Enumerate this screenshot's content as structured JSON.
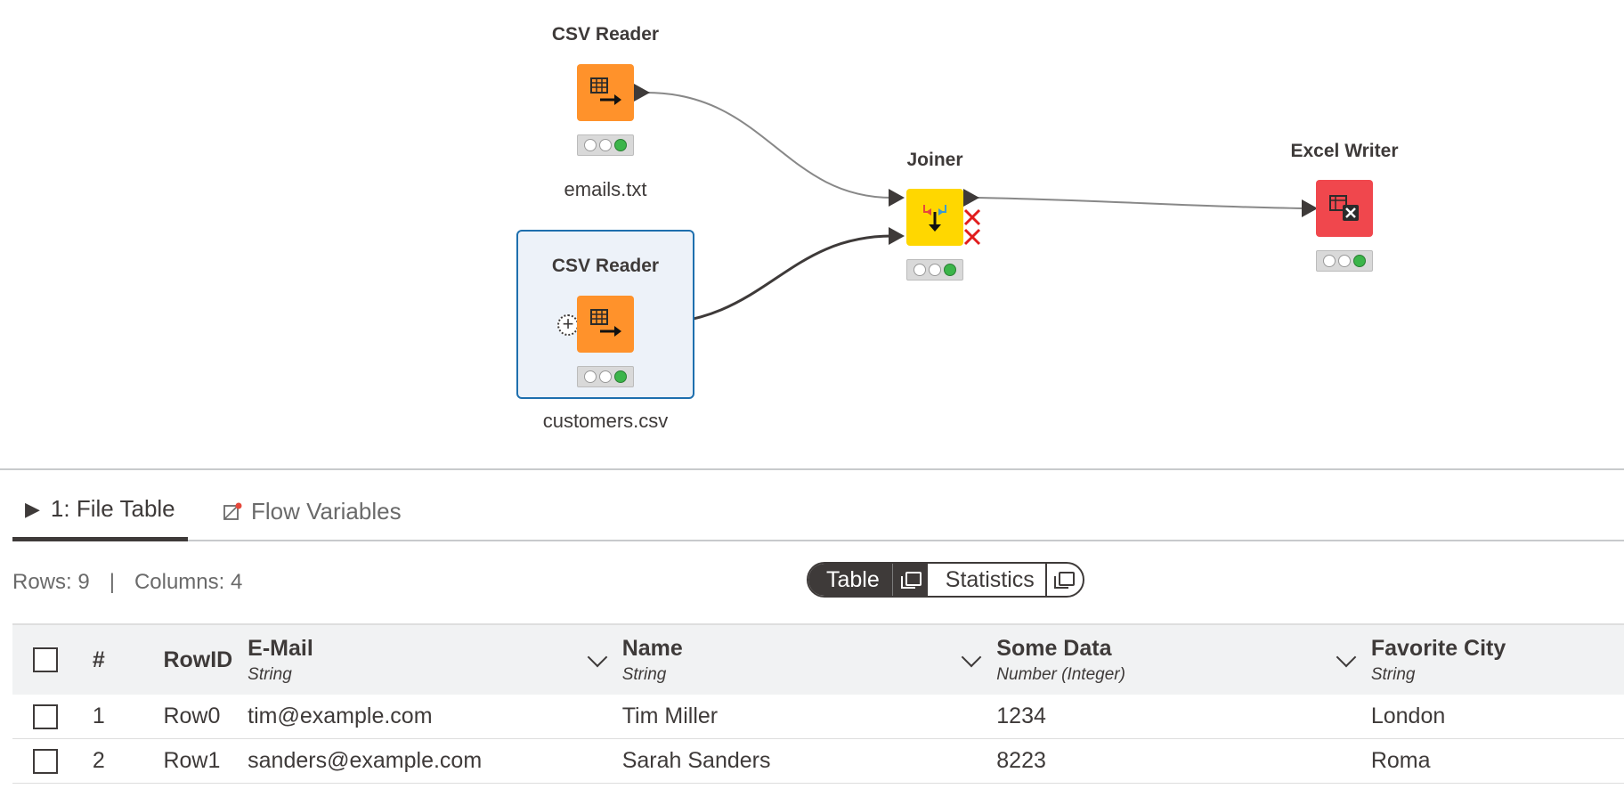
{
  "workflow": {
    "nodes": [
      {
        "id": "csv1",
        "title": "CSV Reader",
        "label": "emails.txt",
        "color": "#ff922b"
      },
      {
        "id": "csv2",
        "title": "CSV Reader",
        "label": "customers.csv",
        "color": "#ff922b"
      },
      {
        "id": "joiner",
        "title": "Joiner",
        "label": "",
        "color": "#ffd700"
      },
      {
        "id": "excel",
        "title": "Excel Writer",
        "label": "",
        "color": "#f0474d"
      }
    ]
  },
  "tabs": [
    {
      "label": "1: File Table",
      "icon": "play-icon"
    },
    {
      "label": "Flow Variables",
      "icon": "flow-variable-icon"
    }
  ],
  "meta": {
    "rows": "Rows: 9",
    "sep": "|",
    "columns": "Columns: 4"
  },
  "toggle": {
    "table": "Table",
    "statistics": "Statistics"
  },
  "table": {
    "headers": {
      "index": "#",
      "rowid": "RowID",
      "columns": [
        {
          "name": "E-Mail",
          "type": "String"
        },
        {
          "name": "Name",
          "type": "String"
        },
        {
          "name": "Some Data",
          "type": "Number (Integer)"
        },
        {
          "name": "Favorite City",
          "type": "String"
        }
      ]
    },
    "rows": [
      {
        "idx": "1",
        "rowid": "Row0",
        "cells": [
          "tim@example.com",
          "Tim Miller",
          "1234",
          "London"
        ]
      },
      {
        "idx": "2",
        "rowid": "Row1",
        "cells": [
          "sanders@example.com",
          "Sarah Sanders",
          "8223",
          "Roma"
        ]
      }
    ]
  }
}
